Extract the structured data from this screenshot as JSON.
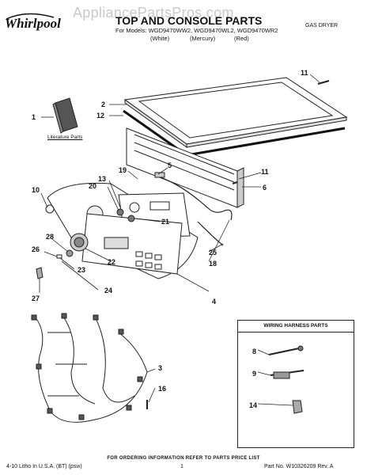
{
  "header": {
    "watermark": "AppliancePartsPros.com",
    "brand": "Whirlpool",
    "title": "TOP AND CONSOLE PARTS",
    "models_line": "For Models: WGD9470WW2, WGD9470WL2, WGD9470WR2",
    "colors": [
      "(White)",
      "(Mercury)",
      "(Red)"
    ],
    "appliance_type": "GAS DRYER"
  },
  "literature_label": "Literature Parts",
  "callouts": [
    "1",
    "2",
    "12",
    "11",
    "5",
    "19",
    "13",
    "20",
    "10",
    "21",
    "28",
    "26",
    "22",
    "23",
    "24",
    "27",
    "25",
    "18",
    "11",
    "6",
    "4",
    "3",
    "16"
  ],
  "wiring_box": {
    "title": "WIRING HARNESS PARTS",
    "callouts": [
      "8",
      "9",
      "14"
    ]
  },
  "footer": {
    "order_note": "FOR ORDERING INFORMATION REFER TO PARTS PRICE LIST",
    "left": "4-10 Litho In U.S.A. (BT) (psw)",
    "page": "1",
    "right": "Part No. W10326209 Rev. A"
  },
  "colors": {
    "line": "#222222",
    "watermark": "#c9c9c9"
  }
}
